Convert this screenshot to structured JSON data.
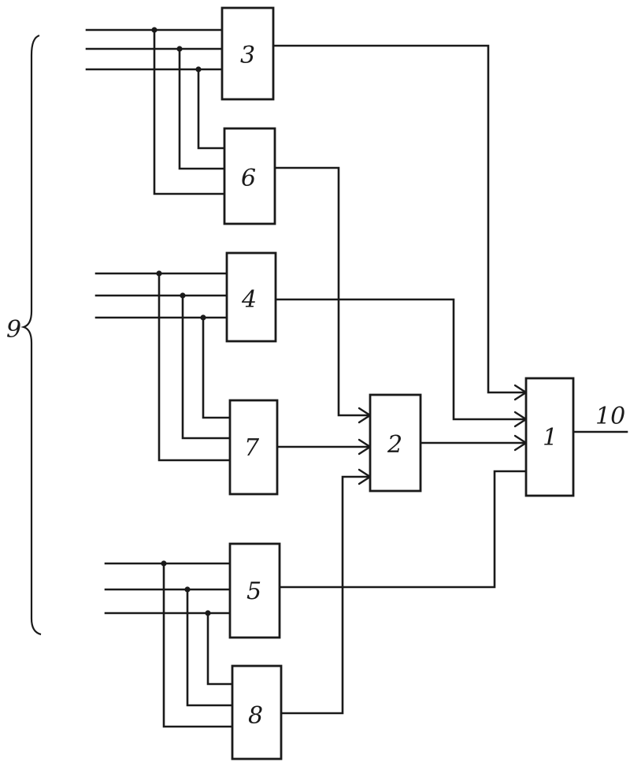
{
  "blocks": {
    "b1": "1",
    "b2": "2",
    "b3": "3",
    "b4": "4",
    "b5": "5",
    "b6": "6",
    "b7": "7",
    "b8": "8"
  },
  "labels": {
    "input_group": "9",
    "output": "10"
  },
  "colors": {
    "ink": "#1a1a1a",
    "paper": "#ffffff"
  }
}
